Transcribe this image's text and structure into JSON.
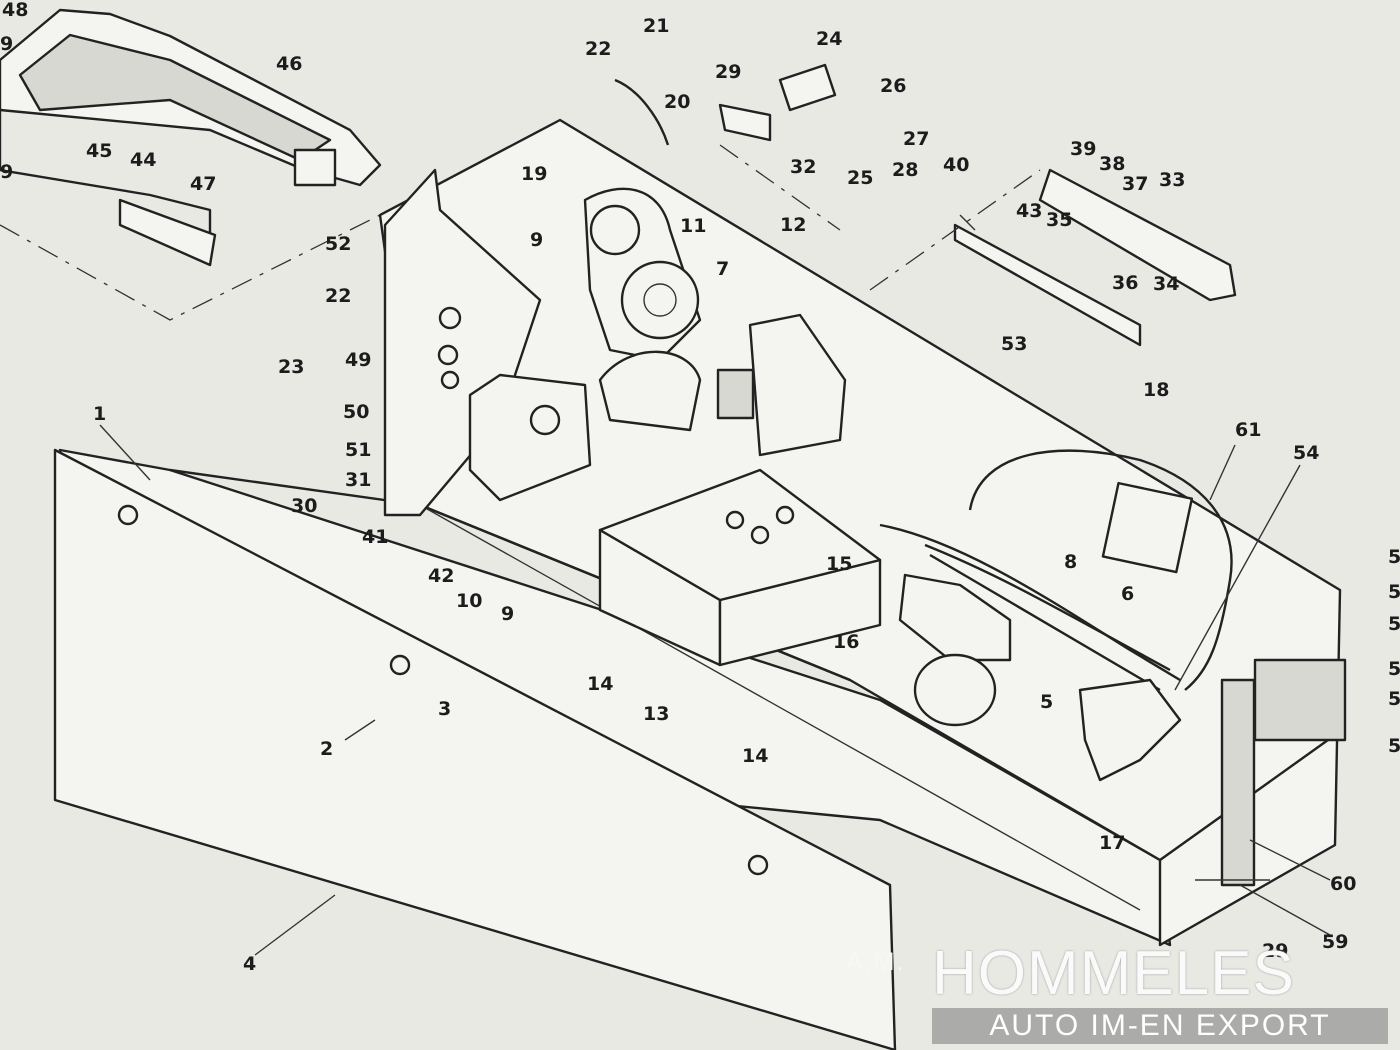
{
  "diagram": {
    "callouts": [
      {
        "id": "c48",
        "text": "48"
      },
      {
        "id": "c9a",
        "text": "9"
      },
      {
        "id": "c9b",
        "text": "9"
      },
      {
        "id": "c46",
        "text": "46"
      },
      {
        "id": "c45",
        "text": "45"
      },
      {
        "id": "c44",
        "text": "44"
      },
      {
        "id": "c47",
        "text": "47"
      },
      {
        "id": "c52",
        "text": "52"
      },
      {
        "id": "c22a",
        "text": "22"
      },
      {
        "id": "c21",
        "text": "21"
      },
      {
        "id": "c20",
        "text": "20"
      },
      {
        "id": "c22b",
        "text": "22"
      },
      {
        "id": "c23",
        "text": "23"
      },
      {
        "id": "c49",
        "text": "49"
      },
      {
        "id": "c50",
        "text": "50"
      },
      {
        "id": "c51",
        "text": "51"
      },
      {
        "id": "c31",
        "text": "31"
      },
      {
        "id": "c30",
        "text": "30"
      },
      {
        "id": "c41",
        "text": "41"
      },
      {
        "id": "c42",
        "text": "42"
      },
      {
        "id": "c10",
        "text": "10"
      },
      {
        "id": "c9c",
        "text": "9"
      },
      {
        "id": "c9d",
        "text": "9"
      },
      {
        "id": "c19",
        "text": "19"
      },
      {
        "id": "c11",
        "text": "11"
      },
      {
        "id": "c7",
        "text": "7"
      },
      {
        "id": "c12",
        "text": "12"
      },
      {
        "id": "c24",
        "text": "24"
      },
      {
        "id": "c29a",
        "text": "29"
      },
      {
        "id": "c32",
        "text": "32"
      },
      {
        "id": "c26",
        "text": "26"
      },
      {
        "id": "c27",
        "text": "27"
      },
      {
        "id": "c28a",
        "text": "28"
      },
      {
        "id": "c25",
        "text": "25"
      },
      {
        "id": "c40",
        "text": "40"
      },
      {
        "id": "c43",
        "text": "43"
      },
      {
        "id": "c39",
        "text": "39"
      },
      {
        "id": "c38",
        "text": "38"
      },
      {
        "id": "c37",
        "text": "37"
      },
      {
        "id": "c33",
        "text": "33"
      },
      {
        "id": "c35",
        "text": "35"
      },
      {
        "id": "c36",
        "text": "36"
      },
      {
        "id": "c34",
        "text": "34"
      },
      {
        "id": "c53",
        "text": "53"
      },
      {
        "id": "c18",
        "text": "18"
      },
      {
        "id": "c61",
        "text": "61"
      },
      {
        "id": "c54",
        "text": "54"
      },
      {
        "id": "c1",
        "text": "1"
      },
      {
        "id": "c3",
        "text": "3"
      },
      {
        "id": "c2",
        "text": "2"
      },
      {
        "id": "c4",
        "text": "4"
      },
      {
        "id": "c14a",
        "text": "14"
      },
      {
        "id": "c13",
        "text": "13"
      },
      {
        "id": "c14b",
        "text": "14"
      },
      {
        "id": "c15",
        "text": "15"
      },
      {
        "id": "c16",
        "text": "16"
      },
      {
        "id": "c8",
        "text": "8"
      },
      {
        "id": "c6",
        "text": "6"
      },
      {
        "id": "c5",
        "text": "5"
      },
      {
        "id": "c17",
        "text": "17"
      },
      {
        "id": "c60",
        "text": "60"
      },
      {
        "id": "c29b",
        "text": "29"
      },
      {
        "id": "c59",
        "text": "59"
      },
      {
        "id": "c55a",
        "text": "5"
      },
      {
        "id": "c55b",
        "text": "5"
      },
      {
        "id": "c55c",
        "text": "5"
      },
      {
        "id": "c55d",
        "text": "5"
      },
      {
        "id": "c55e",
        "text": "5"
      },
      {
        "id": "c55f",
        "text": "5"
      }
    ]
  },
  "watermark": {
    "prefix": "A.M.",
    "name": "HOMMELES",
    "tagline": "AUTO IM-EN EXPORT"
  }
}
